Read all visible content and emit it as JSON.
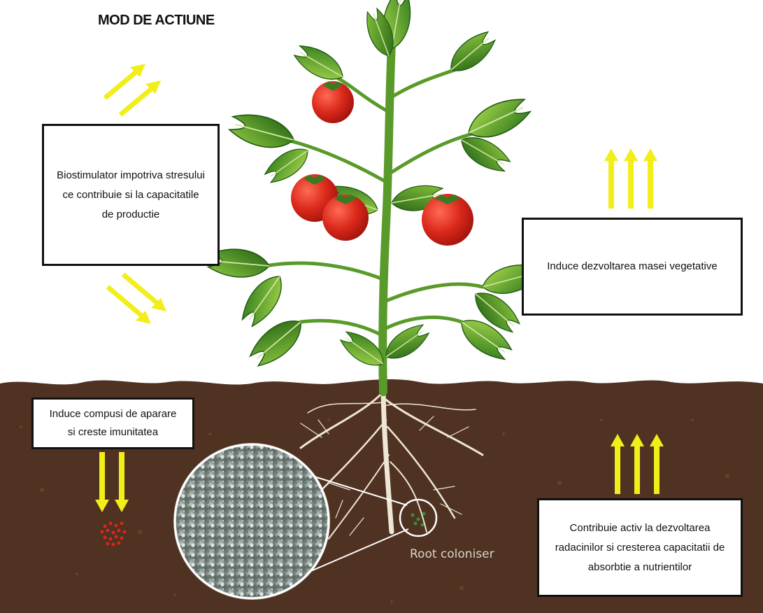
{
  "title": "MOD DE ACTIUNE",
  "boxes": {
    "stress": [
      "Biostimulator impotriva stresului",
      "ce contribuie si la capacitatile",
      "de productie"
    ],
    "vegetative": [
      "Induce dezvoltarea masei vegetative"
    ],
    "defense": [
      "Induce compusi de aparare",
      "si creste imunitatea"
    ],
    "roots": [
      "Contribuie activ la dezvoltarea",
      "radacinilor si cresterea capacitatii de",
      "absorbtie a nutrientilor"
    ]
  },
  "root_label": "Root coloniser",
  "colors": {
    "arrow": "#f2ee1a",
    "soil": "#4f3222",
    "leaf_dark": "#2f7a1c",
    "leaf_light": "#8cc63f",
    "tomato": "#d8261c",
    "stem": "#5a9a2a"
  },
  "icons": [
    "yellow-arrow-icon",
    "tomato-plant-icon",
    "tomato-icon",
    "microscope-circle-icon",
    "red-dots-icon"
  ]
}
